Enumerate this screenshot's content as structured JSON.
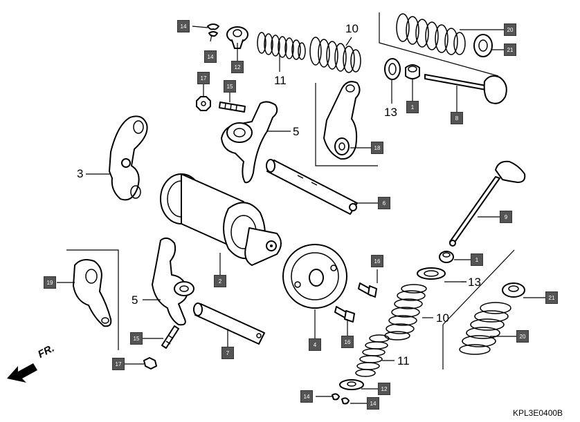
{
  "diagram": {
    "drawing_code": "KPL3E0400B",
    "front_label": "FR.",
    "callout_boxes": [
      {
        "id": "box-14-a",
        "label": "14"
      },
      {
        "id": "box-14-b",
        "label": "14"
      },
      {
        "id": "box-12-a",
        "label": "12"
      },
      {
        "id": "box-17-a",
        "label": "17"
      },
      {
        "id": "box-15-a",
        "label": "15"
      },
      {
        "id": "box-20-a",
        "label": "20"
      },
      {
        "id": "box-21-a",
        "label": "21"
      },
      {
        "id": "box-1-a",
        "label": "1"
      },
      {
        "id": "box-8",
        "label": "8"
      },
      {
        "id": "box-18",
        "label": "18"
      },
      {
        "id": "box-6",
        "label": "6"
      },
      {
        "id": "box-9",
        "label": "9"
      },
      {
        "id": "box-1-b",
        "label": "1"
      },
      {
        "id": "box-21-b",
        "label": "21"
      },
      {
        "id": "box-20-b",
        "label": "20"
      },
      {
        "id": "box-19",
        "label": "19"
      },
      {
        "id": "box-2",
        "label": "2"
      },
      {
        "id": "box-16-a",
        "label": "16"
      },
      {
        "id": "box-16-b",
        "label": "16"
      },
      {
        "id": "box-4",
        "label": "4"
      },
      {
        "id": "box-15-b",
        "label": "15"
      },
      {
        "id": "box-7",
        "label": "7"
      },
      {
        "id": "box-17-b",
        "label": "17"
      },
      {
        "id": "box-12-b",
        "label": "12"
      },
      {
        "id": "box-14-c",
        "label": "14"
      },
      {
        "id": "box-14-d",
        "label": "14"
      }
    ],
    "plain_numbers": [
      {
        "id": "num-10-a",
        "label": "10"
      },
      {
        "id": "num-11-a",
        "label": "11"
      },
      {
        "id": "num-13-a",
        "label": "13"
      },
      {
        "id": "num-5-a",
        "label": "5"
      },
      {
        "id": "num-3",
        "label": "3"
      },
      {
        "id": "num-13-b",
        "label": "13"
      },
      {
        "id": "num-10-b",
        "label": "10"
      },
      {
        "id": "num-5-b",
        "label": "5"
      },
      {
        "id": "num-11-b",
        "label": "11"
      }
    ]
  }
}
